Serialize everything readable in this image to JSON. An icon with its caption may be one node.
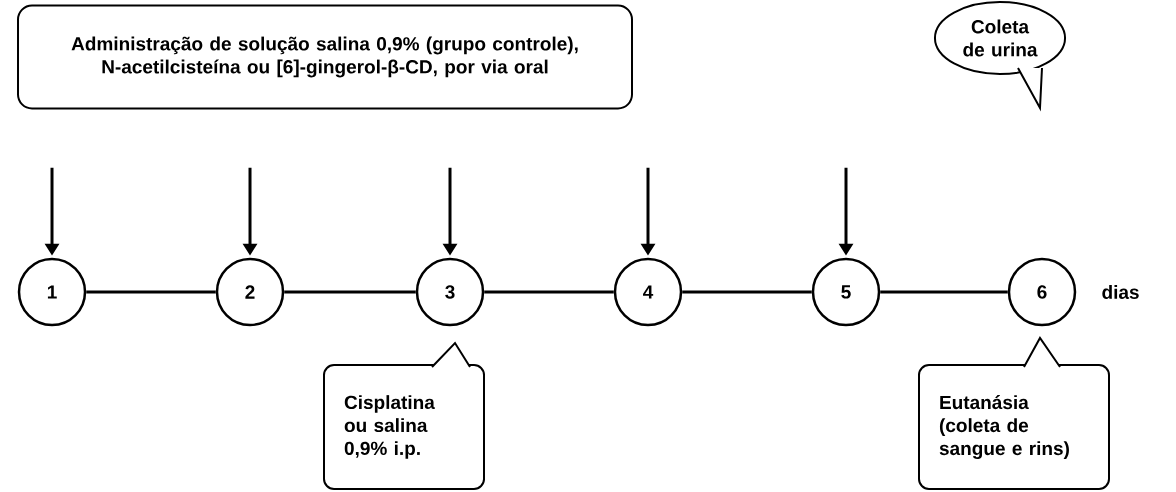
{
  "diagram": {
    "nodes": [
      {
        "text": [
          "Administração de solução salina 0,9% (grupo controle), N-acetilcisteína ou [6]-gingerol-β-CD, por via oral"
        ]
      },
      {
        "text": [
          "1"
        ]
      },
      {
        "text": [
          "2"
        ]
      },
      {
        "text": [
          "3"
        ]
      },
      {
        "text": [
          "4"
        ]
      },
      {
        "text": [
          "5"
        ]
      },
      {
        "text": [
          "6"
        ]
      },
      {
        "text": [
          "Coleta de urina"
        ]
      },
      {
        "text": [
          "Cisplatina ou salina 0,9% i.p."
        ]
      },
      {
        "text": [
          "Eutanásia (coleta de sangue e rins)"
        ]
      }
    ],
    "edges": [
      {
        "from": null,
        "to": 1,
        "arrow": "to"
      },
      {
        "from": null,
        "to": 2,
        "arrow": "to"
      },
      {
        "from": null,
        "to": 3,
        "arrow": "to"
      },
      {
        "from": null,
        "to": 4,
        "arrow": "to"
      },
      {
        "from": null,
        "to": 5,
        "arrow": "to"
      },
      {
        "from": 1,
        "to": 2,
        "arrow": "none"
      },
      {
        "from": 2,
        "to": 3,
        "arrow": "none"
      },
      {
        "from": 3,
        "to": 4,
        "arrow": "none"
      },
      {
        "from": 4,
        "to": 5,
        "arrow": "none"
      },
      {
        "from": 5,
        "to": 6,
        "arrow": "none"
      }
    ],
    "labels": [
      "dias"
    ]
  }
}
